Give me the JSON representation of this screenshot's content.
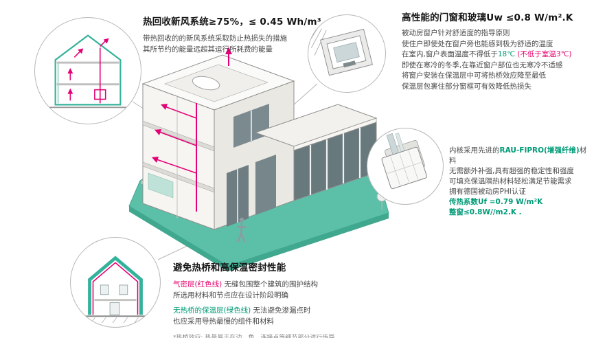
{
  "colors": {
    "accent_green": "#009B77",
    "accent_red": "#E5006D",
    "illustration_teal": "#5CC0A8",
    "body_text": "#4A4A4A"
  },
  "sections": {
    "heat_recovery": {
      "title": "热回收新风系统≥75%，≤ 0.45 Wh/m³",
      "body": [
        "带热回收的的新风系统采取防止热损失的措施",
        "其所节约的能量远超其运行所耗费的能量"
      ]
    },
    "windows": {
      "title": "高性能的门窗和玻璃Uw ≤0.8 W/m².K",
      "body": [
        "被动房窗户针对舒适度的指导原则",
        "使住户即使处在窗户旁也能感到极为舒适的温度"
      ],
      "temp_line": {
        "prefix": "在室内,窗户表面温度不得低于",
        "green": "18℃",
        "red": " (不低于室温3℃)"
      },
      "body2": [
        "即使在寒冷的冬季,在靠近窗户部位也无寒冷不适感",
        "将窗户安装在保温层中可将热桥效应降至最低",
        "保温层包裹住部分窗框可有效降低热损失"
      ]
    },
    "profile": {
      "line1": {
        "prefix": "内核采用先进的",
        "green": "RAU-FIPRO(增强纤维)",
        "suffix": "材料"
      },
      "body": [
        "无需额外补强,具有超强的稳定性和强度",
        "可填充保温隔热材料轻松满足节能需求",
        "拥有德国被动房PHI认证"
      ],
      "green_lines": [
        "传热系数Uf =0.79 W/m²K",
        "整窗≤0.8W//m2.K ."
      ]
    },
    "thermal": {
      "title": "避免热桥和高保温密封性能",
      "airtight_label": "气密层(红色线)",
      "airtight_text": " 无缝包围整个建筑的围护结构",
      "airtight_line2": "所选用材料和节点应在设计阶段明确",
      "insulation_label": "无热桥的保温层(绿色线)",
      "insulation_text": " 无法避免渗漏点时",
      "insulation_line2": "也应采用导热最慢的组件和材料",
      "footnote": "*热桥效应: 热量易于在边、角、连接点等细节部分进行传导"
    }
  },
  "icons": {
    "callout_top_left": "ventilation-house-section-icon",
    "callout_top_right": "window-corner-detail-icon",
    "callout_mid_right": "window-profile-icon",
    "callout_bottom_left": "insulated-house-section-icon",
    "center_illustration": "passive-house-isometric-cutaway"
  }
}
